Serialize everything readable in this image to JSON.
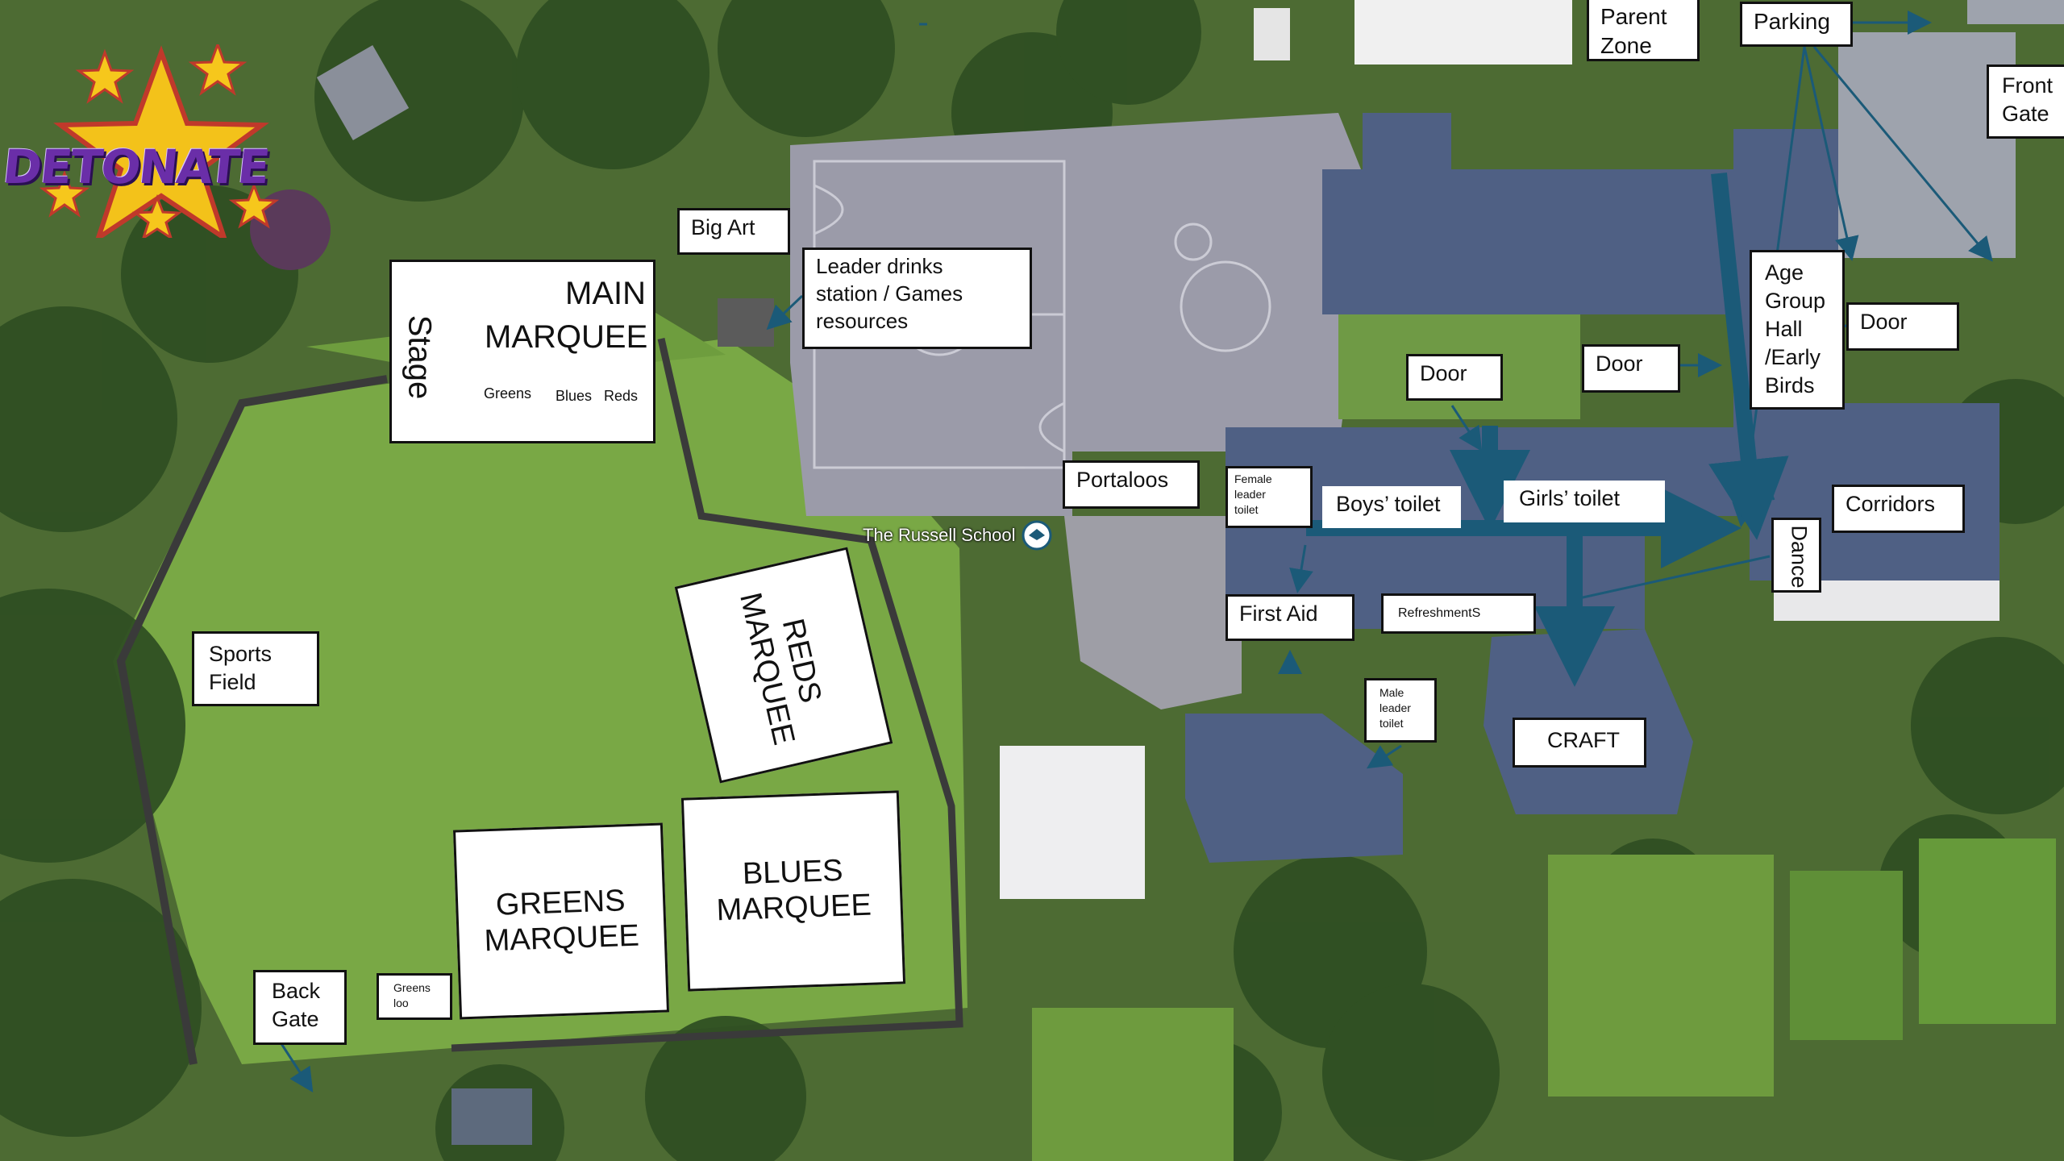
{
  "logo": {
    "text": "DETONATE"
  },
  "map_pin": {
    "name": "The Russell School"
  },
  "labels": {
    "parent_zone": "Parent\nZone",
    "parking": "Parking",
    "front_gate": "Front\nGate",
    "big_art": "Big Art",
    "leader_drinks": "Leader drinks\nstation / Games\nresources",
    "main_marquee": "MAIN\nMARQUEE",
    "stage": "Stage",
    "greens": "Greens",
    "blues": "Blues",
    "reds": "Reds",
    "door_1": "Door",
    "door_2": "Door",
    "door_3": "Door",
    "age_group_hall": "Age\nGroup\nHall\n/Early\nBirds",
    "portaloos": "Portaloos",
    "female_leader_toilet": "Female\nleader\ntoilet",
    "boys_toilet": "Boys’ toilet",
    "girls_toilet": "Girls’ toilet",
    "corridors": "Corridors",
    "dance": "Dance",
    "first_aid": "First Aid",
    "refreshments": "RefreshmentS",
    "male_leader_toilet": "Male\nleader\ntoilet",
    "craft": "CRAFT",
    "sports_field": "Sports\nField",
    "reds_marquee": "REDS\nMARQUEE",
    "blues_marquee": "BLUES\nMARQUEE",
    "greens_marquee": "GREENS\nMARQUEE",
    "back_gate": "Back\nGate",
    "greens_loo": "Greens\nloo"
  },
  "colors": {
    "arrow": "#1b5a78",
    "grass": "#6f9a3c",
    "roof": "#4e5f82",
    "playground": "#9a9aa8"
  }
}
